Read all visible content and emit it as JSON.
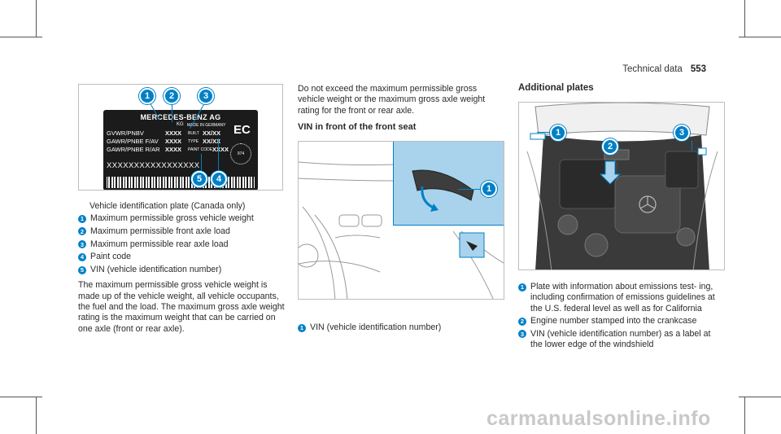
{
  "header": {
    "section": "Technical data",
    "page": "553"
  },
  "plate_figure": {
    "company": "MERCEDES-BENZ AG",
    "made_in": "MADE IN GERMANY",
    "kg": "KG",
    "rows": [
      {
        "label": "GVWR/PNBV",
        "value": "XXXX"
      },
      {
        "label": "GAWR/PNBE F/AV",
        "value": "XXXX"
      },
      {
        "label": "GAWR/PNBE R/AR",
        "value": "XXXX"
      }
    ],
    "built_label": "BUILT",
    "built_value": "XX/XX",
    "type_label": "TYPE",
    "type_value": "XX/XX",
    "paint_label": "PAINT CODE",
    "paint_value": "XXXX",
    "vin": "XXXXXXXXXXXXXXXXX",
    "ec_mark": "EC",
    "seal_text": "974",
    "callouts": [
      "1",
      "2",
      "3",
      "4",
      "5"
    ]
  },
  "col1": {
    "caption": "Vehicle identification plate (Canada only)",
    "items": [
      {
        "num": "1",
        "text": "Maximum permissible gross vehicle weight"
      },
      {
        "num": "2",
        "text": "Maximum permissible front axle load"
      },
      {
        "num": "3",
        "text": "Maximum permissible rear axle load"
      },
      {
        "num": "4",
        "text": "Paint code"
      },
      {
        "num": "5",
        "text": "VIN (vehicle identification number)"
      }
    ],
    "paragraph": "The maximum permissible gross vehicle weight is made up of the vehicle weight, all vehicle occupants, the fuel and the load. The maximum gross axle weight rating is the maximum weight that can be carried on one axle (front or rear axle)."
  },
  "col2": {
    "intro": "Do not exceed the maximum permissible gross vehicle weight or the maximum gross axle weight rating for the front or rear axle.",
    "subheading": "VIN in front of the front seat",
    "callout": "1",
    "items": [
      {
        "num": "1",
        "text": "VIN (vehicle identification number)"
      }
    ]
  },
  "col3": {
    "heading": "Additional plates",
    "callouts": [
      "1",
      "2",
      "3"
    ],
    "items": [
      {
        "num": "1",
        "text": "Plate with information about emissions test- ing, including confirmation of emissions guidelines at the U.S. federal level as well as for California"
      },
      {
        "num": "2",
        "text": "Engine number stamped into the crankcase"
      },
      {
        "num": "3",
        "text": "VIN (vehicle identification number) as a label at the lower edge of the windshield"
      }
    ]
  },
  "footer": {
    "watermark": "carmanualsonline.info"
  },
  "colors": {
    "accent": "#0080c6",
    "highlight_panel": "#a9d3ec",
    "plate_bg": "#1b1b1b"
  }
}
